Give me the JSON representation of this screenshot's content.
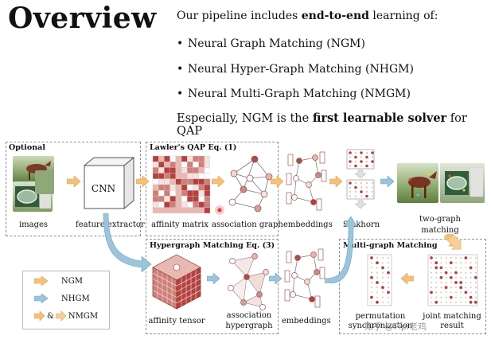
{
  "heading": "Overview",
  "intro_prefix": "Our pipeline includes ",
  "intro_bold": "end-to-end",
  "intro_suffix": " learning of:",
  "bullets": [
    "Neural Graph Matching (NGM)",
    "Neural Hyper-Graph Matching (NHGM)",
    "Neural Multi-Graph Matching (NMGM)"
  ],
  "final_prefix": "Especially, NGM is the ",
  "final_bold": "first learnable solver",
  "final_suffix": " for QAP",
  "boxes": {
    "optional": "Optional",
    "lawler": "Lawler's QAP Eq. (1)",
    "hypergraph": "Hypergraph Matching Eq. (3)",
    "multigraph": "Multi-graph Matching"
  },
  "captions": {
    "images": "images",
    "feature_extractor": "feature extractor",
    "affinity_matrix": "affinity matrix",
    "association_graph": "association graph",
    "embeddings_top": "embeddings",
    "sinkhorn": "Sinkhorn",
    "two_graph_matching_1": "two-graph",
    "two_graph_matching_2": "matching",
    "affinity_tensor": "affinity tensor",
    "association_hypergraph_1": "association",
    "association_hypergraph_2": "hypergraph",
    "embeddings_bottom": "embeddings",
    "permutation_1": "permutation",
    "permutation_2": "synchronization",
    "joint_matching_1": "joint matching",
    "joint_matching_2": "result"
  },
  "cnn_label": "CNN",
  "legend": {
    "ngm": "NGM",
    "nhgm": "NHGM",
    "nmgm": "NMGM",
    "amp": "&"
  },
  "watermark": "知乎 @Pipi老鸡",
  "colors": {
    "orange": "#f4c07a",
    "blue": "#9cc4da",
    "matrix_red": "#b4413f",
    "node_fill": "#c98a86"
  }
}
